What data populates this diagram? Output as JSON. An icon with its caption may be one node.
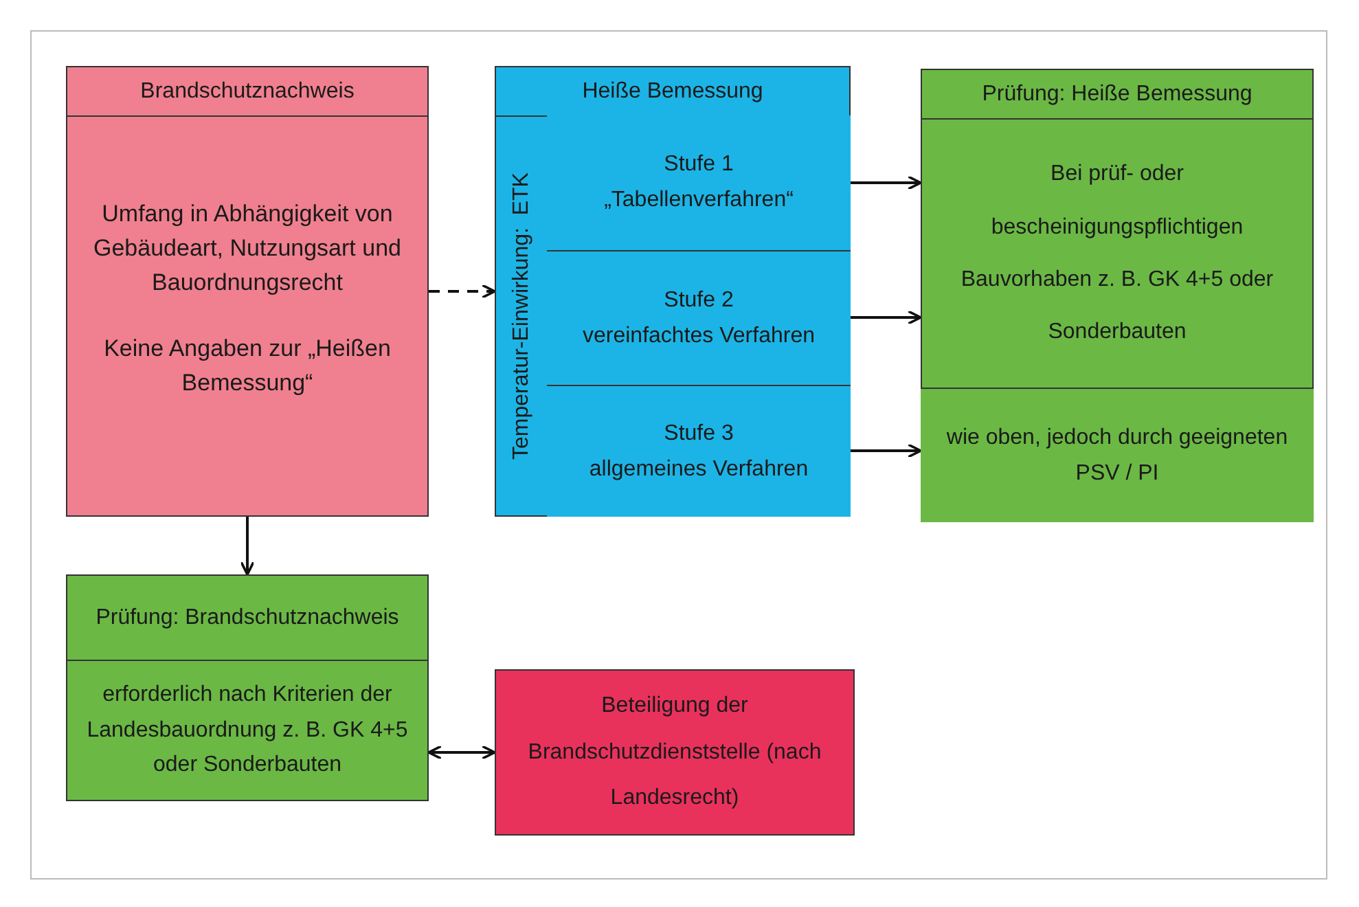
{
  "diagram": {
    "nodes": [
      {
        "text": [
          "Brandschutznachweis",
          "Umfang in Abhängigkeit von Gebäudeart, Nutzungsart und Bauordnungsrecht",
          "Keine Angaben zur „Heißen Bemessung“"
        ]
      },
      {
        "text": [
          "Heiße Bemessung",
          "Temperatur-Einwirkung:  ETK"
        ]
      },
      {
        "text": [
          "Stufe 1",
          "„Tabellenverfahren“"
        ],
        "in": 1
      },
      {
        "text": [
          "Stufe 2",
          "vereinfachtes Verfahren"
        ],
        "in": 1
      },
      {
        "text": [
          "Stufe 3",
          "allgemeines Verfahren"
        ],
        "in": 1
      },
      {
        "text": [
          "Prüfung: Heiße Bemessung",
          "Bei prüf- oder bescheinigungspflichtigen Bauvorhaben z. B. GK 4+5 oder Sonderbauten"
        ]
      },
      {
        "text": [
          "wie oben, jedoch durch geeigneten PSV / PI"
        ],
        "in": 5
      },
      {
        "text": [
          "Prüfung: Brandschutznachweis",
          "erforderlich nach Kriterien der Landesbauordnung z. B. GK 4+5 oder Sonderbauten"
        ]
      },
      {
        "text": [
          "Beteiligung der Brandschutzdienststelle (nach Landesrecht)"
        ]
      }
    ],
    "edges": [
      {
        "from": 0,
        "to": 1,
        "arrow": "to",
        "style": "dashed"
      },
      {
        "from": 2,
        "to": 5,
        "arrow": "to"
      },
      {
        "from": 3,
        "to": 5,
        "arrow": "to"
      },
      {
        "from": 4,
        "to": 6,
        "arrow": "to"
      },
      {
        "from": 0,
        "to": 7,
        "arrow": "to"
      },
      {
        "from": 7,
        "to": 8,
        "arrow": "both"
      }
    ]
  }
}
